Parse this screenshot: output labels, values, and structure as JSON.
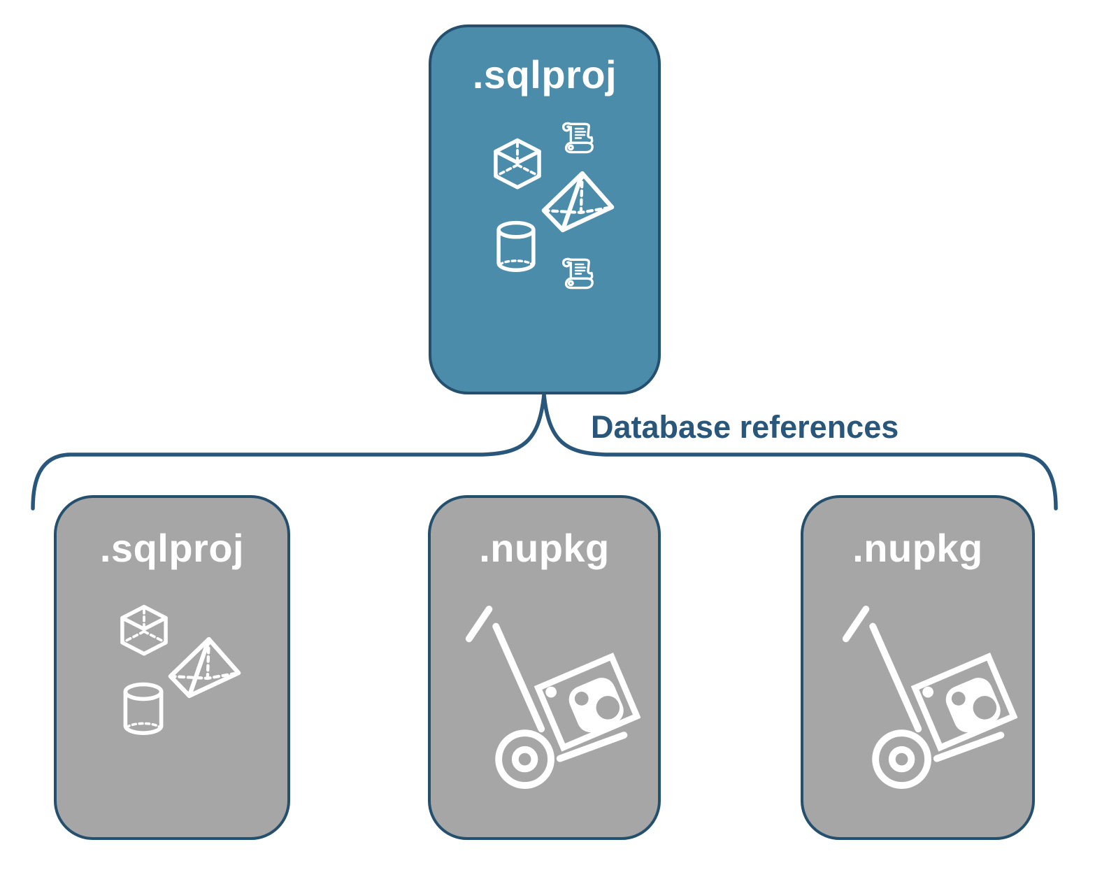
{
  "diagram": {
    "root": {
      "label": ".sqlproj",
      "icons": [
        "sql-script-scroll",
        "cube",
        "pyramid",
        "database-cylinder",
        "sql-script-scroll"
      ]
    },
    "connector": {
      "label": "Database references"
    },
    "children": [
      {
        "label": ".sqlproj",
        "icons": [
          "cube",
          "pyramid",
          "database-cylinder"
        ]
      },
      {
        "label": ".nupkg",
        "icons": [
          "nuget-package-handtruck"
        ]
      },
      {
        "label": ".nupkg",
        "icons": [
          "nuget-package-handtruck"
        ]
      }
    ],
    "colors": {
      "background": "#FFFFFF",
      "root_fill": "#4A8CA9",
      "child_fill": "#A6A6A6",
      "node_border": "#24506E",
      "accent": "#29567B",
      "icon": "#FFFFFF"
    }
  }
}
